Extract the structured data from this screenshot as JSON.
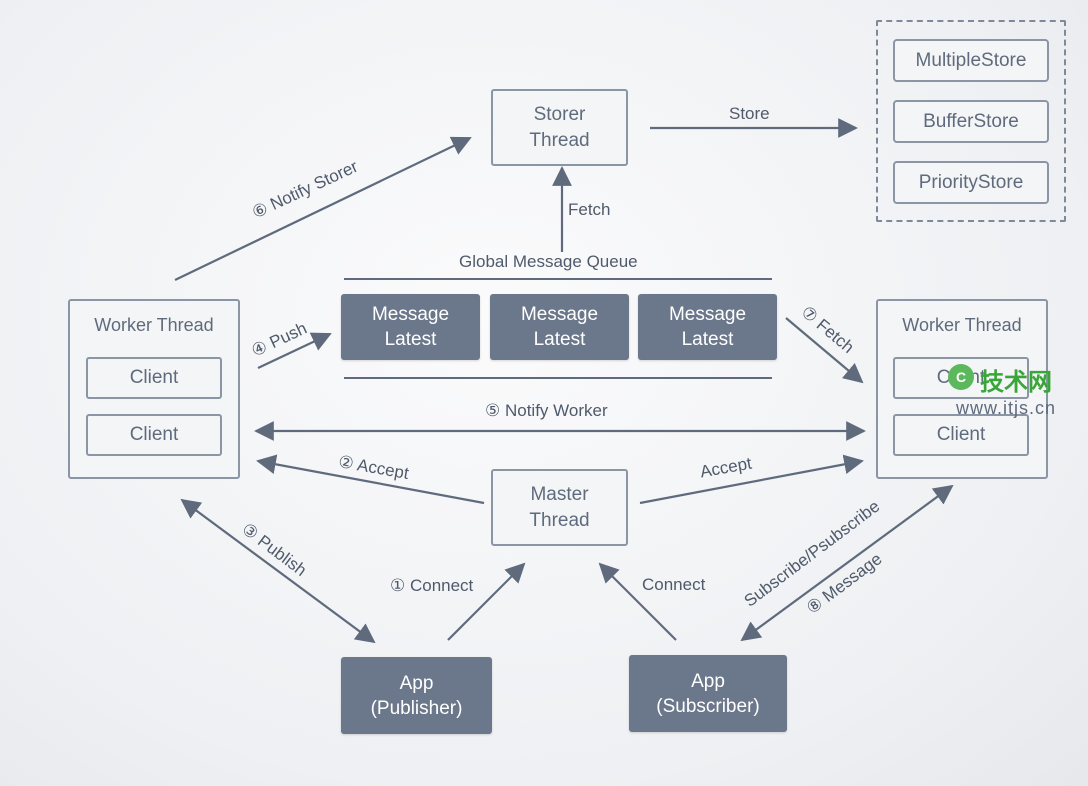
{
  "nodes": {
    "storer_thread": "Storer\nThread",
    "master_thread": "Master\nThread",
    "app_publisher": "App\n(Publisher)",
    "app_subscriber": "App\n(Subscriber)"
  },
  "worker_left": {
    "title": "Worker Thread",
    "clients": [
      "Client",
      "Client"
    ]
  },
  "worker_right": {
    "title": "Worker Thread",
    "clients": [
      "Client",
      "Client"
    ]
  },
  "queue": {
    "title": "Global Message Queue",
    "messages": [
      "Message\nLatest",
      "Message\nLatest",
      "Message\nLatest"
    ]
  },
  "stores": [
    "MultipleStore",
    "BufferStore",
    "PriorityStore"
  ],
  "edge_labels": {
    "store": "Store",
    "fetch_storer": "Fetch",
    "notify_storer": "⑥ Notify Storer",
    "push": "④ Push",
    "fetch_worker": "⑦ Fetch",
    "notify_worker": "⑤ Notify Worker",
    "accept_left": "② Accept",
    "accept_right": "Accept",
    "publish": "③ Publish",
    "connect_pub": "① Connect",
    "connect_sub": "Connect",
    "subscribe": "Subscribe/Psubscribe",
    "message": "⑧ Message"
  },
  "watermark": {
    "badge": "C",
    "logo": "技术网",
    "url": "www.itjs.cn"
  },
  "colors": {
    "line": "#5f6b7d",
    "box_border": "#8a95a6",
    "dark_box": "#6b778a",
    "text": "#5f6b7d"
  }
}
